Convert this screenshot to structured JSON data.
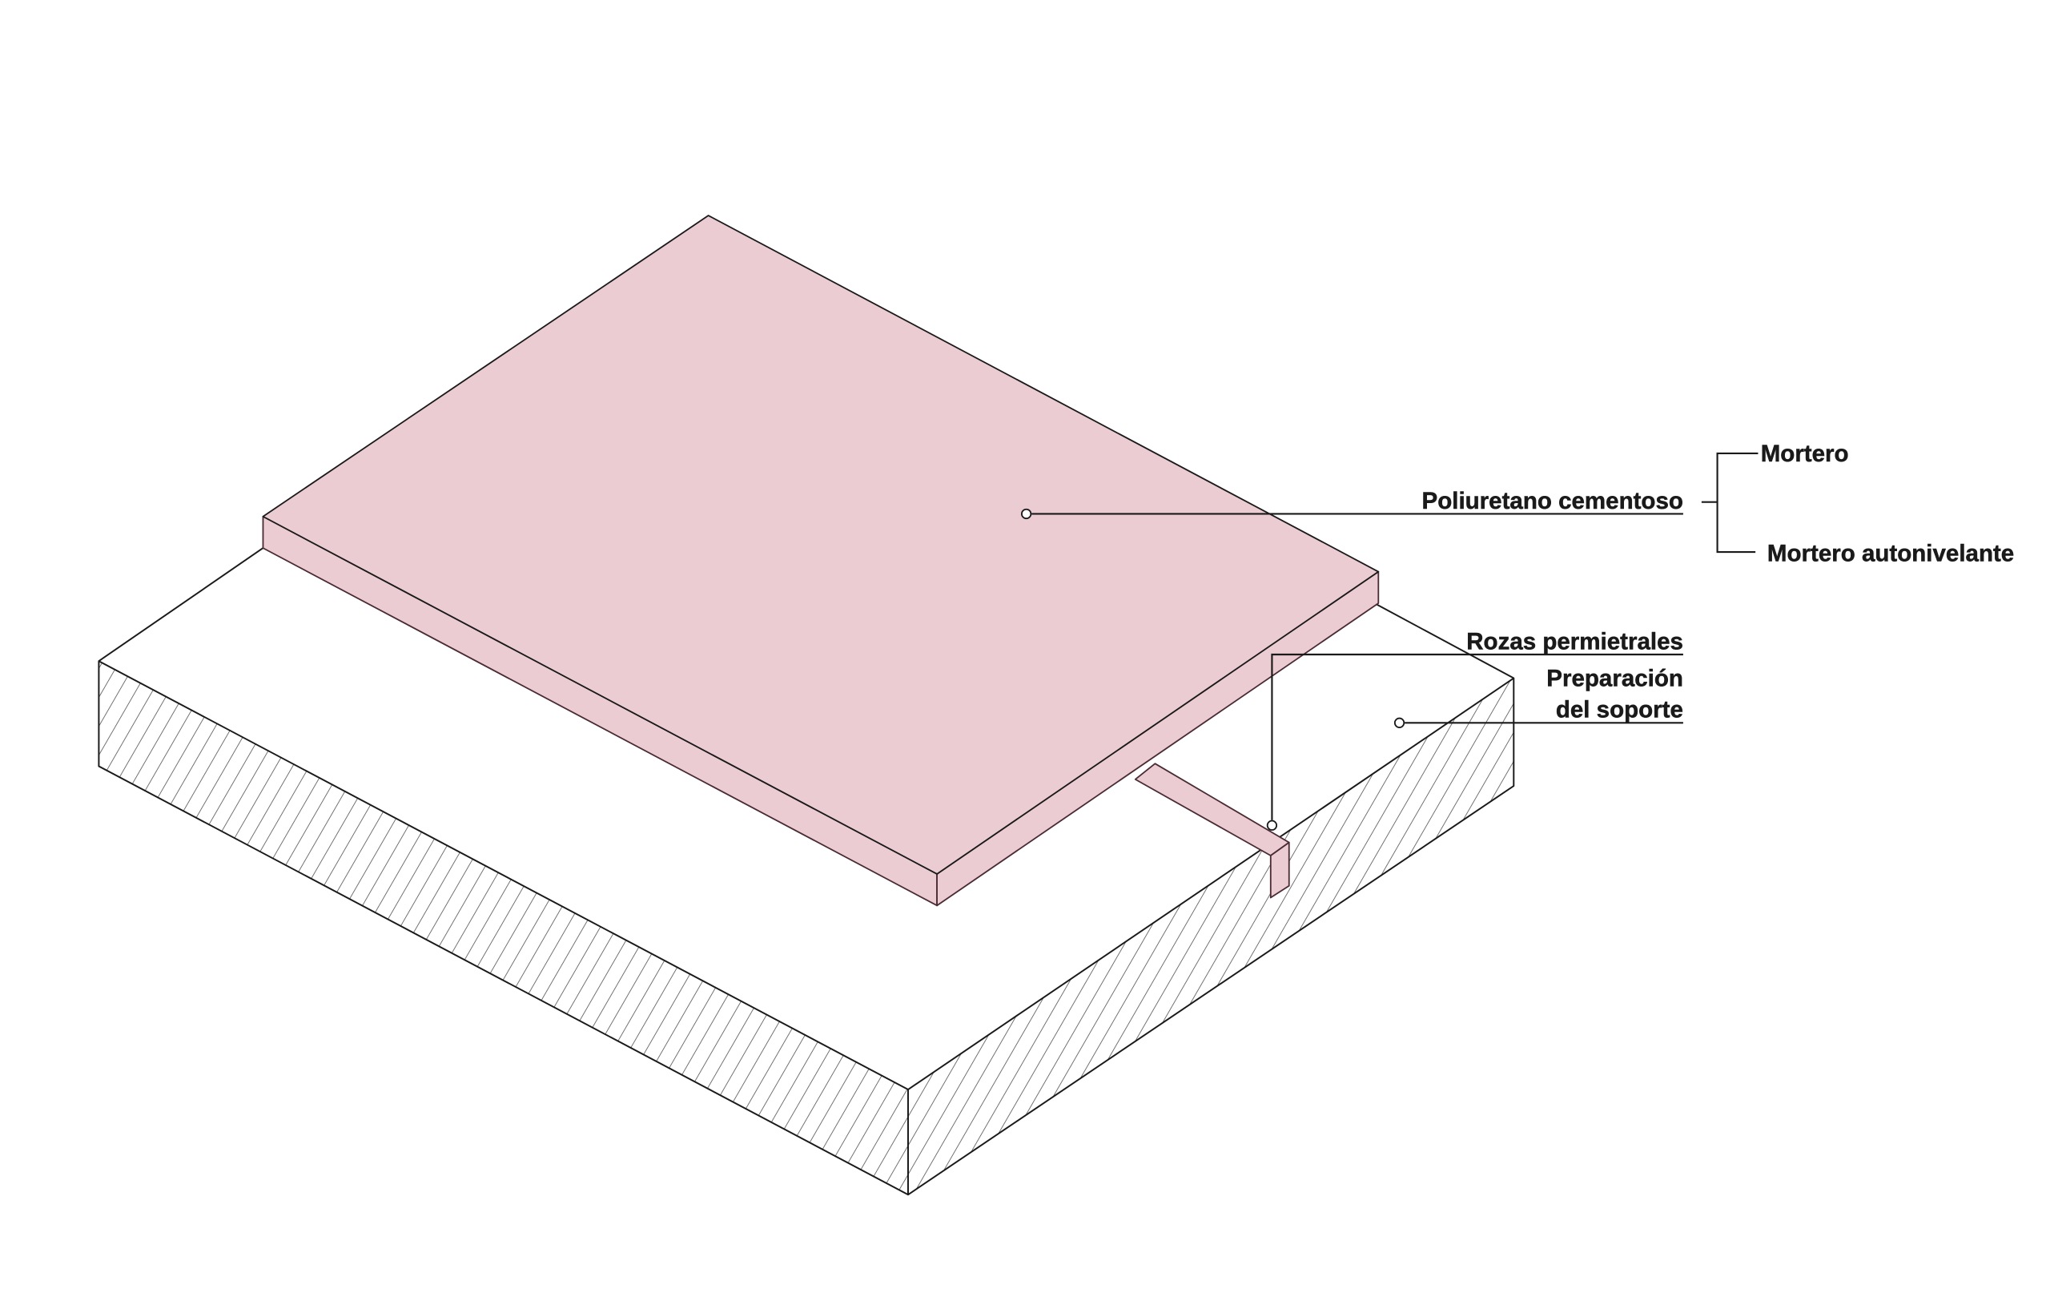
{
  "colors": {
    "slab_fill": "#ebccd3",
    "slab_edge": "#4a2a33",
    "base_fill": "#ffffff",
    "hatch": "#555555",
    "line": "#1a1a1a"
  },
  "labels": {
    "poliuretano": "Poliuretano cementoso",
    "mortero": "Mortero",
    "mortero_autonivelante": "Mortero autonivelante",
    "rozas": "Rozas permietrales",
    "preparacion_line1": "Preparación",
    "preparacion_line2": "del soporte"
  }
}
